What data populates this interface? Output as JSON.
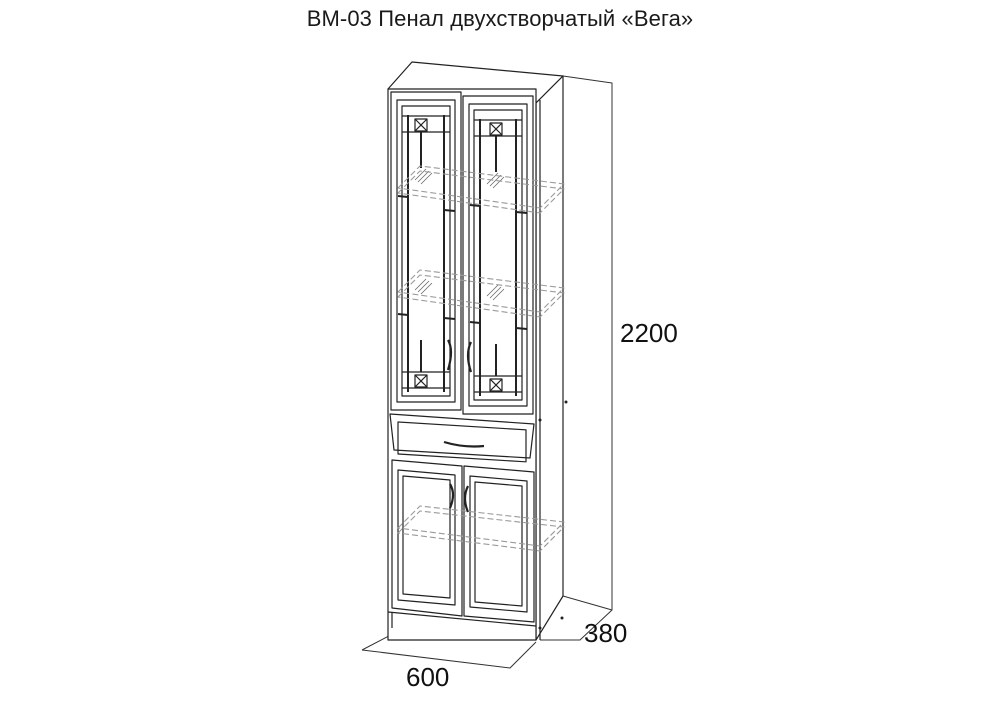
{
  "title": "ВМ-03 Пенал двухстворчатый «Вега»",
  "dimensions": {
    "height": "2200",
    "depth": "380",
    "width": "600"
  },
  "drawing": {
    "subject": "two-door tall cabinet (pencil case) with glazed upper doors, drawer and lower solid doors",
    "line_color": "#222222",
    "shelf_line_color": "#9a9a9a",
    "shelves_dashed": 3,
    "upper_doors": 2,
    "drawers": 1,
    "lower_doors": 2
  }
}
